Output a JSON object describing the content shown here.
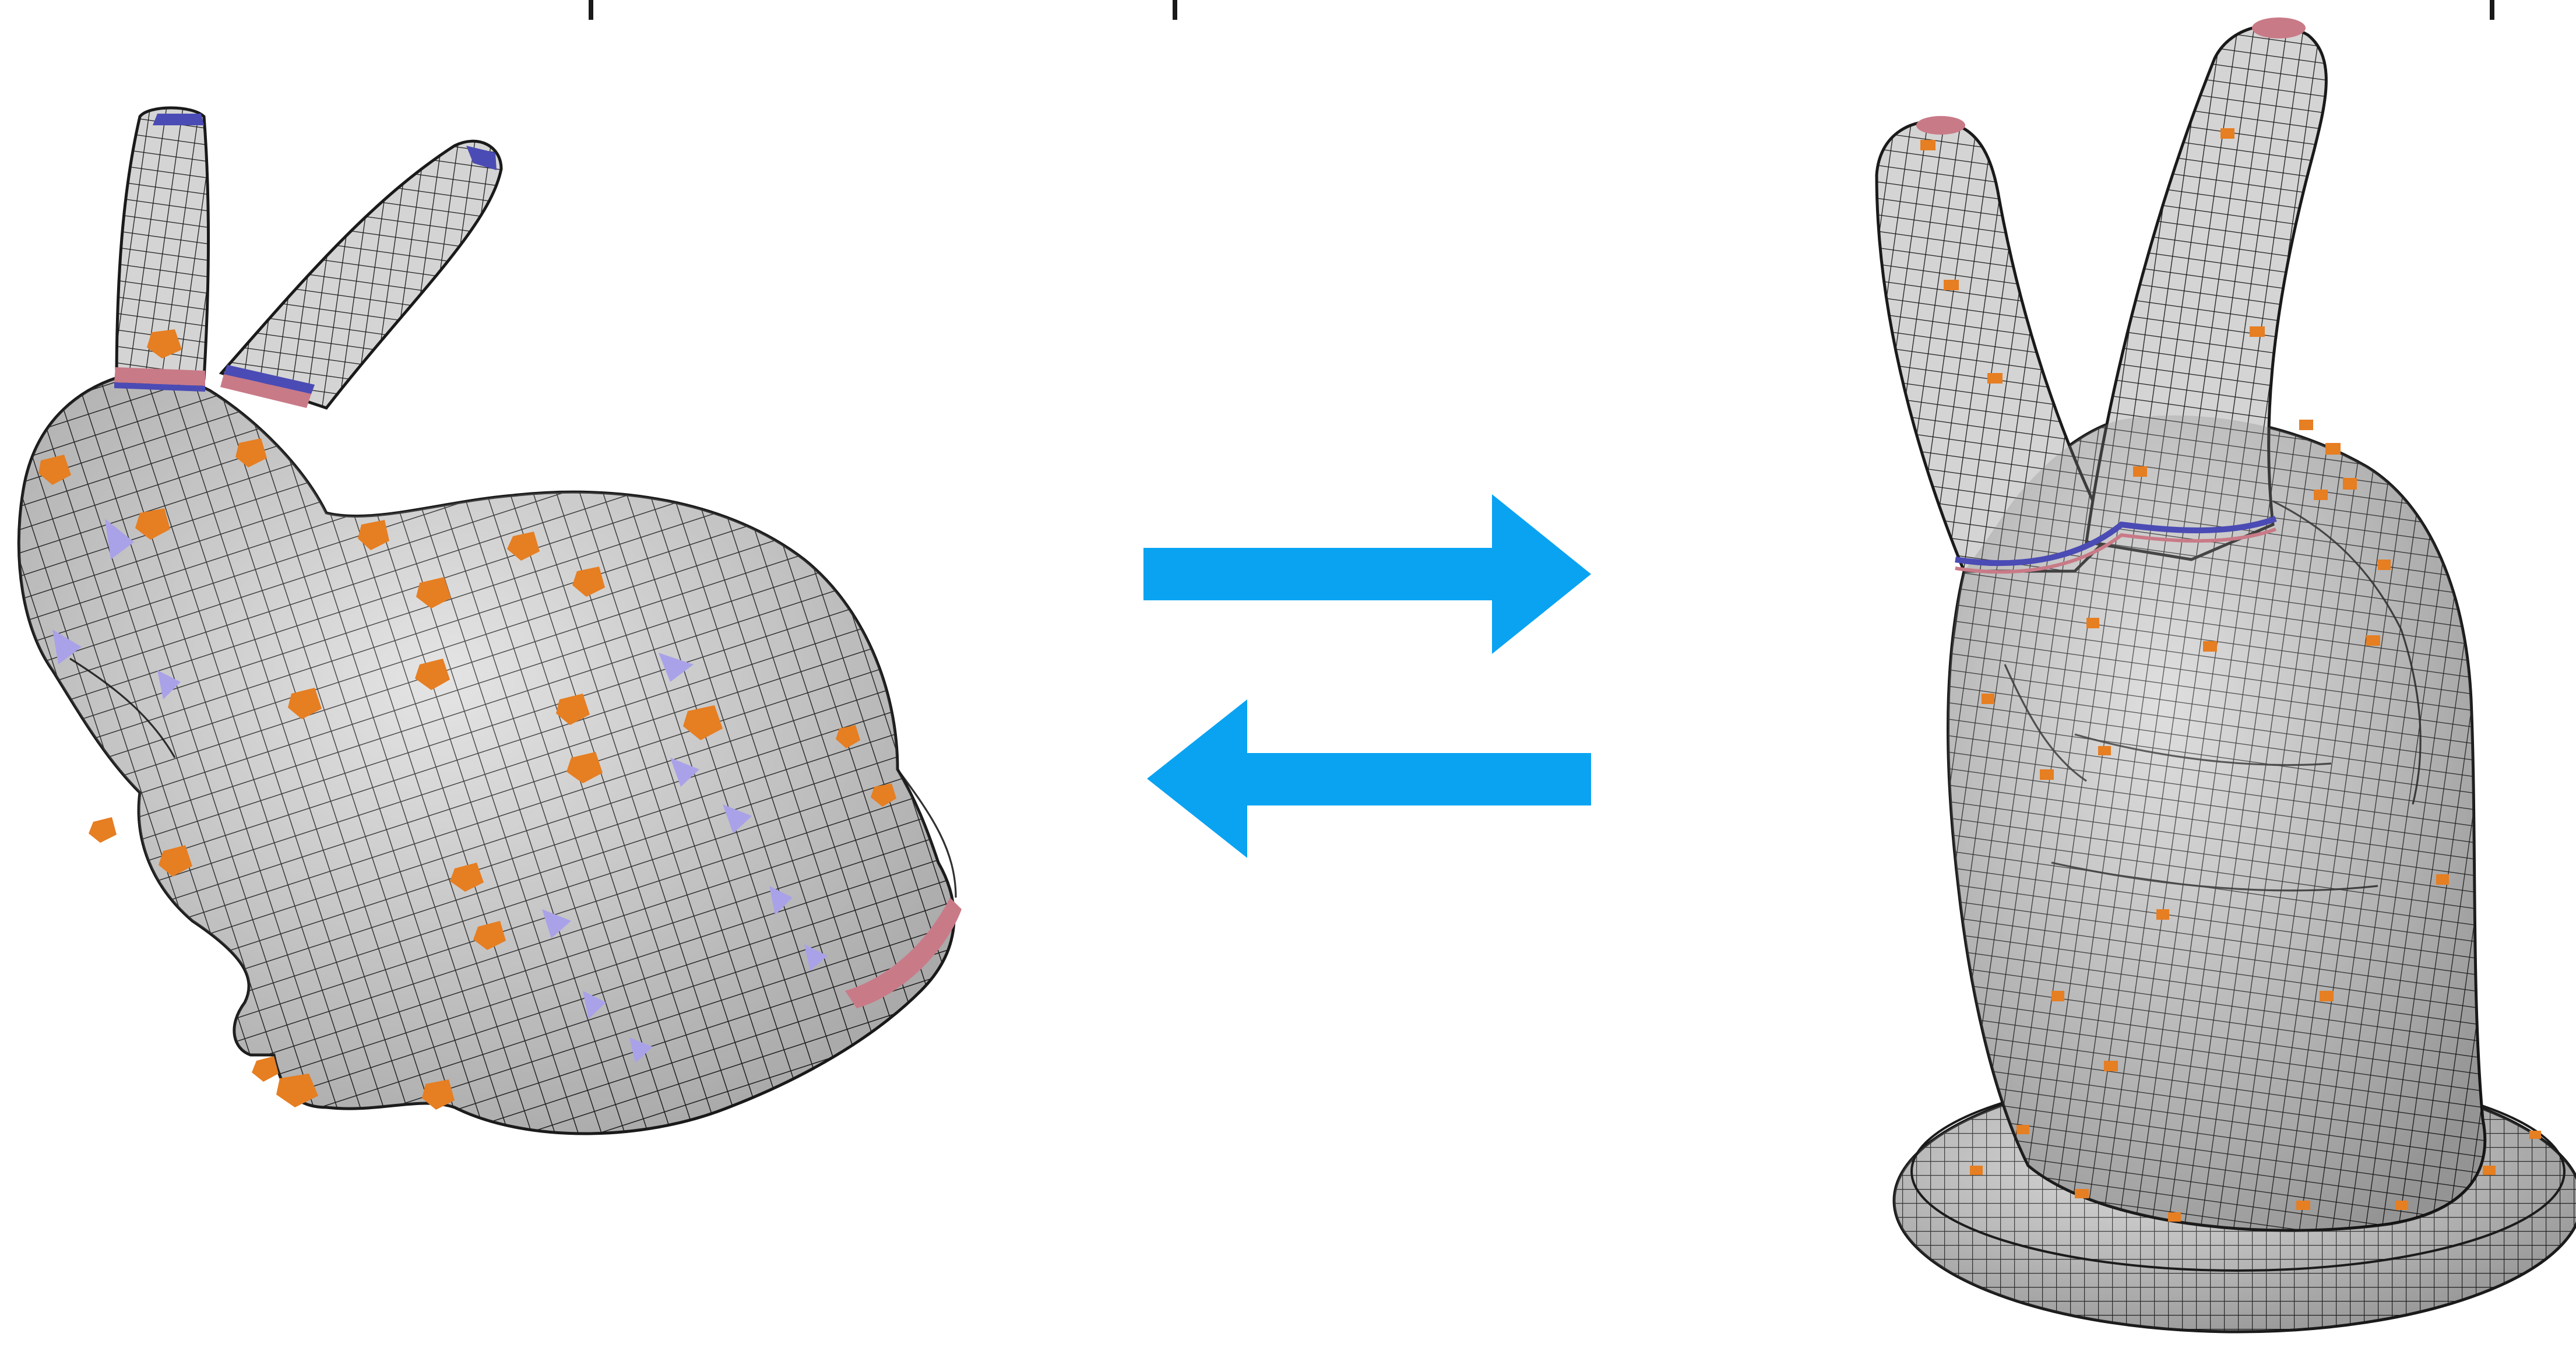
{
  "colors": {
    "background": "#ffffff",
    "mesh_fill": "#d9d9d9",
    "mesh_fill_light": "#f0f0f0",
    "mesh_fill_shadow": "#9c9c9c",
    "mesh_line": "#1b1b1b",
    "irregular_vertex_orange": "#e67e22",
    "irregular_vertex_lavender": "#a9a2e8",
    "seam_pink": "#c97a87",
    "seam_blue": "#4b4bb5",
    "arrow": "#0aa3f2"
  },
  "figure": {
    "left_model": {
      "name": "bunny",
      "icon": "bunny-quad-mesh-icon"
    },
    "right_model": {
      "name": "hand",
      "icon": "peace-hand-quad-mesh-icon"
    },
    "arrows": [
      {
        "direction": "right",
        "icon": "arrow-right-icon"
      },
      {
        "direction": "left",
        "icon": "arrow-left-icon"
      }
    ]
  }
}
